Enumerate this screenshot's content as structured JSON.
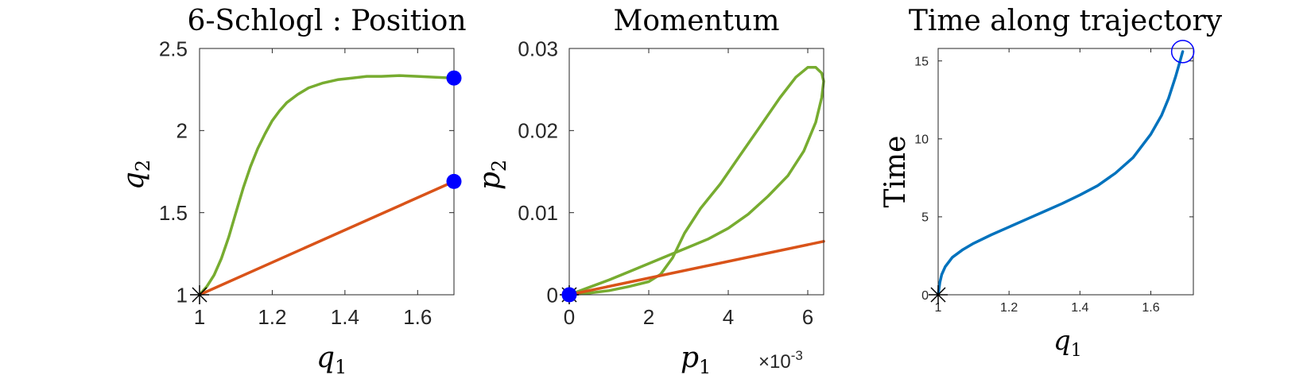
{
  "chart_data": [
    {
      "type": "line",
      "title": "6-Schlogl : Position",
      "xlabel_base": "q",
      "xlabel_sub": "1",
      "ylabel_base": "q",
      "ylabel_sub": "2",
      "xlim": [
        1,
        1.7
      ],
      "ylim": [
        1,
        2.5
      ],
      "xticks": [
        1,
        1.2,
        1.4,
        1.6
      ],
      "xtick_labels": [
        "1",
        "1.2",
        "1.4",
        "1.6"
      ],
      "yticks": [
        1,
        1.5,
        2,
        2.5
      ],
      "ytick_labels": [
        "1",
        "1.5",
        "2",
        "2.5"
      ],
      "series": [
        {
          "color": "#77ac30",
          "x": [
            1.0,
            1.02,
            1.04,
            1.06,
            1.08,
            1.1,
            1.12,
            1.14,
            1.16,
            1.18,
            1.2,
            1.22,
            1.24,
            1.27,
            1.3,
            1.34,
            1.38,
            1.42,
            1.46,
            1.5,
            1.55,
            1.6,
            1.65,
            1.7
          ],
          "y": [
            1.0,
            1.05,
            1.12,
            1.22,
            1.35,
            1.5,
            1.65,
            1.78,
            1.89,
            1.98,
            2.06,
            2.12,
            2.17,
            2.22,
            2.26,
            2.29,
            2.31,
            2.32,
            2.33,
            2.33,
            2.335,
            2.33,
            2.325,
            2.32
          ]
        },
        {
          "color": "#d95319",
          "x": [
            1.0,
            1.7
          ],
          "y": [
            1.0,
            1.69
          ]
        }
      ],
      "markers": [
        {
          "type": "filled-circle",
          "color": "#0000ff",
          "x": 1.7,
          "y": 2.32
        },
        {
          "type": "filled-circle",
          "color": "#0000ff",
          "x": 1.7,
          "y": 1.69
        },
        {
          "type": "star",
          "color": "#000000",
          "x": 1.0,
          "y": 1.0
        }
      ]
    },
    {
      "type": "line",
      "title": "Momentum",
      "xlabel_base": "p",
      "xlabel_sub": "1",
      "ylabel_base": "p",
      "ylabel_sub": "2",
      "x_exponent_label": "×10",
      "x_exponent": "-3",
      "xlim": [
        0,
        6.4
      ],
      "ylim": [
        0,
        0.03
      ],
      "xticks": [
        0,
        2,
        4,
        6
      ],
      "xtick_labels": [
        "0",
        "2",
        "4",
        "6"
      ],
      "yticks": [
        0,
        0.01,
        0.02,
        0.03
      ],
      "ytick_labels": [
        "0",
        "0.01",
        "0.02",
        "0.03"
      ],
      "series": [
        {
          "color": "#77ac30",
          "x": [
            0,
            0.5,
            1.0,
            1.5,
            2.0,
            2.3,
            2.6,
            2.9,
            3.3,
            3.8,
            4.3,
            4.8,
            5.3,
            5.7,
            6.0,
            6.2,
            6.35,
            6.4,
            6.35,
            6.2,
            5.9,
            5.5,
            5.0,
            4.5,
            4.0,
            3.5,
            3.0,
            2.5,
            2.0,
            1.5,
            1.0,
            0.5,
            0
          ],
          "y": [
            0,
            0.0002,
            0.0005,
            0.001,
            0.0016,
            0.0025,
            0.0045,
            0.0075,
            0.0105,
            0.0135,
            0.017,
            0.0205,
            0.024,
            0.0265,
            0.0277,
            0.0277,
            0.027,
            0.026,
            0.024,
            0.021,
            0.0175,
            0.0145,
            0.012,
            0.0098,
            0.0081,
            0.0068,
            0.0058,
            0.0048,
            0.0038,
            0.0028,
            0.0018,
            0.0009,
            0
          ]
        },
        {
          "color": "#d95319",
          "x": [
            0,
            6.4
          ],
          "y": [
            0,
            0.0065
          ]
        }
      ],
      "markers": [
        {
          "type": "star",
          "color": "#000000",
          "x": 0,
          "y": 0
        },
        {
          "type": "filled-circle",
          "color": "#0000ff",
          "x": 0,
          "y": 0
        }
      ]
    },
    {
      "type": "line",
      "title": "Time along trajectory",
      "xlabel_base": "q",
      "xlabel_sub": "1",
      "ylabel_base": "Time",
      "ylabel_sub": "",
      "xlim": [
        1,
        1.72
      ],
      "ylim": [
        0,
        15.8
      ],
      "xticks": [
        1,
        1.2,
        1.4,
        1.6
      ],
      "xtick_labels": [
        "1",
        "1.2",
        "1.4",
        "1.6"
      ],
      "yticks": [
        0,
        5,
        10,
        15
      ],
      "ytick_labels": [
        "0",
        "5",
        "10",
        "15"
      ],
      "series": [
        {
          "color": "#0072bd",
          "x": [
            1.0,
            1.005,
            1.01,
            1.02,
            1.04,
            1.07,
            1.1,
            1.15,
            1.2,
            1.25,
            1.3,
            1.35,
            1.4,
            1.45,
            1.5,
            1.55,
            1.6,
            1.63,
            1.65,
            1.67,
            1.68,
            1.69
          ],
          "y": [
            0,
            0.8,
            1.3,
            1.8,
            2.4,
            2.9,
            3.3,
            3.85,
            4.35,
            4.85,
            5.35,
            5.85,
            6.4,
            7.0,
            7.8,
            8.8,
            10.3,
            11.5,
            12.6,
            14.0,
            14.8,
            15.6
          ]
        }
      ],
      "markers": [
        {
          "type": "open-circle",
          "color": "#0000ff",
          "x": 1.69,
          "y": 15.6
        },
        {
          "type": "star",
          "color": "#000000",
          "x": 1.0,
          "y": 0
        }
      ]
    }
  ]
}
